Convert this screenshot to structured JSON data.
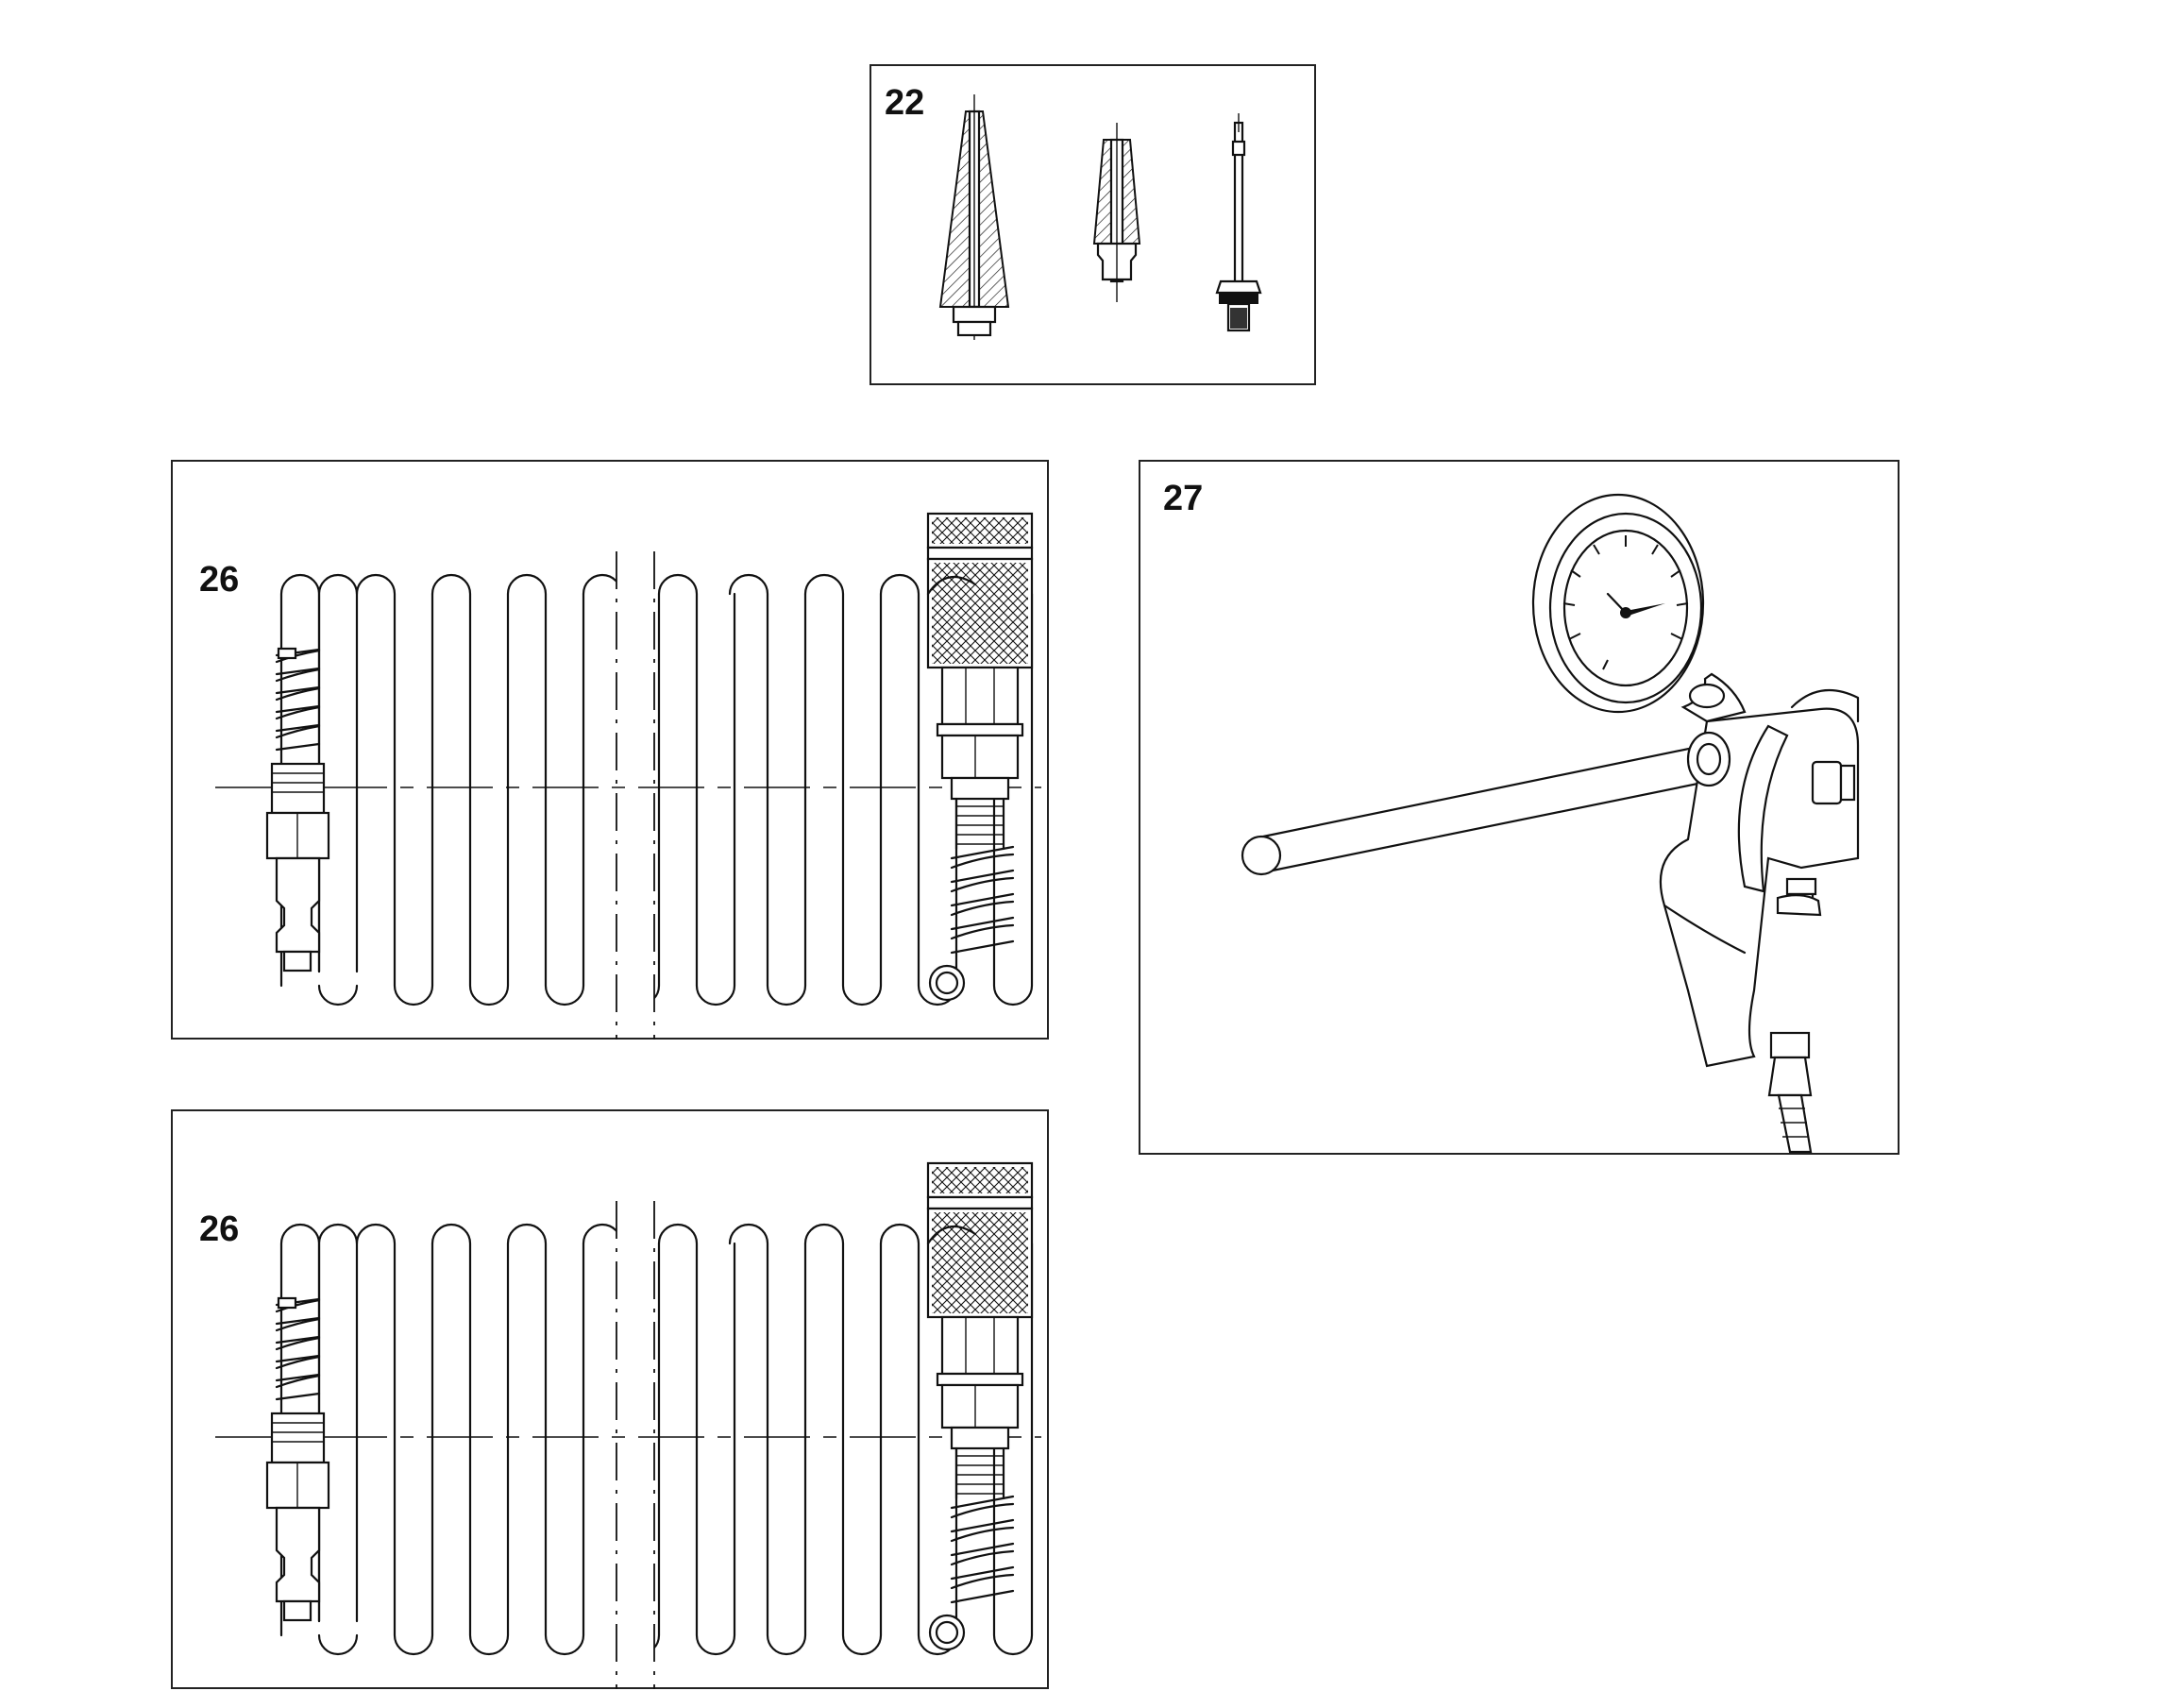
{
  "panels": [
    {
      "label": "22"
    },
    {
      "label": "26"
    },
    {
      "label": "27"
    },
    {
      "label": "26"
    }
  ],
  "icons": [
    "tapered-nozzle-icon",
    "short-nozzle-icon",
    "needle-valve-icon",
    "coiled-hose-icon",
    "tire-inflator-gauge-icon"
  ]
}
